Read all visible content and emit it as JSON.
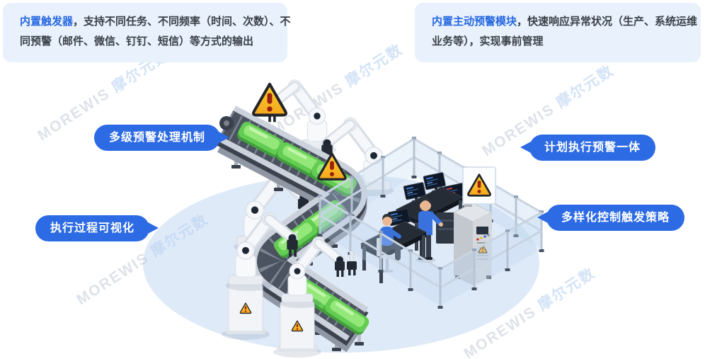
{
  "cards": {
    "left": {
      "highlight": "内置触发器",
      "body": "，支持不同任务、不同频率（时间、次数）、不同预警（邮件、微信、钉钉、短信）等方式的输出"
    },
    "right": {
      "highlight": "内置主动预警模块",
      "body": "，快速响应异常状况（生产、系统运维业务等），实现事前管理"
    }
  },
  "callouts": {
    "multi_level_alert": "多级预警处理机制",
    "process_visualization": "执行过程可视化",
    "plan_alert_integration": "计划执行预警一体",
    "diverse_trigger_strategy": "多样化控制触发策略"
  },
  "watermark": {
    "latin": "MOREWIS",
    "chinese": "摩尔元数"
  },
  "colors": {
    "accent_blue": "#2D6BE4",
    "card_bg": "#E8F1FC",
    "highlight_text": "#2567E0",
    "body_text": "#3B4047",
    "stage_ellipse": "#DFEAF8",
    "warning_yellow": "#FFC81E",
    "tray_green": "#7ADE63"
  },
  "scene": {
    "platform": "factory-floor-ellipse",
    "robot_arm_count": 5,
    "warning_triangle_count": 6,
    "conveyor_tray_count": 7,
    "operator_count": 2
  }
}
